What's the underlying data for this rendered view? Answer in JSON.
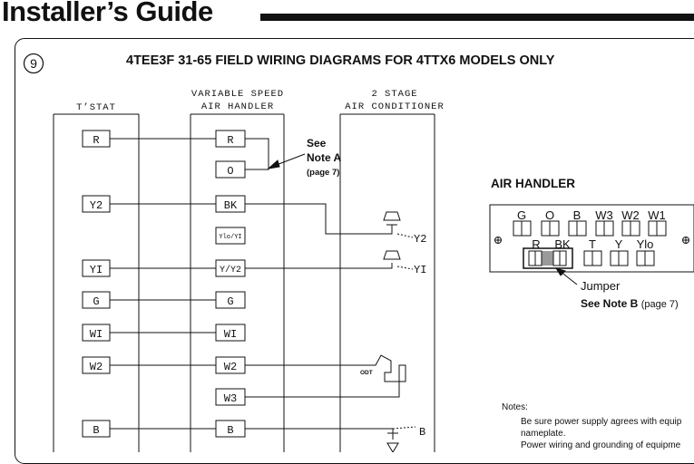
{
  "header": {
    "title": "Installer’s Guide"
  },
  "diagram": {
    "step_number": "9",
    "title": "4TEE3F 31-65 FIELD WIRING DIAGRAMS FOR 4TTX6 MODELS ONLY",
    "columns": {
      "tstat": "T’STAT",
      "air_handler_line1": "VARIABLE SPEED",
      "air_handler_line2": "AIR HANDLER",
      "ac_line1": "2 STAGE",
      "ac_line2": "AIR CONDITIONER"
    },
    "tstat_terminals": [
      "R",
      "Y2",
      "YI",
      "G",
      "WI",
      "W2",
      "B"
    ],
    "air_handler_terminals": [
      "R",
      "O",
      "BK",
      "Ylo/YI",
      "Y/Y2",
      "G",
      "WI",
      "W2",
      "W3",
      "B"
    ],
    "ac_labels": {
      "y2": "Y2",
      "yi": "YI",
      "b": "B",
      "odt": "ODT"
    },
    "note_a": {
      "line1": "See",
      "line2": "Note A",
      "line3": "(page 7)"
    }
  },
  "air_handler_board": {
    "title": "AIR HANDLER",
    "top_terminals": [
      "G",
      "O",
      "B",
      "W3",
      "W2",
      "W1"
    ],
    "bottom_terminals": [
      "R",
      "BK",
      "T",
      "Y",
      "Ylo"
    ],
    "jumper_label": "Jumper",
    "note_b": "See Note B",
    "note_b_page": "(page 7)"
  },
  "notes": {
    "heading": "Notes:",
    "items": [
      "Be sure power supply agrees with equip",
      "nameplate.",
      "Power wiring and grounding of equipme"
    ]
  }
}
